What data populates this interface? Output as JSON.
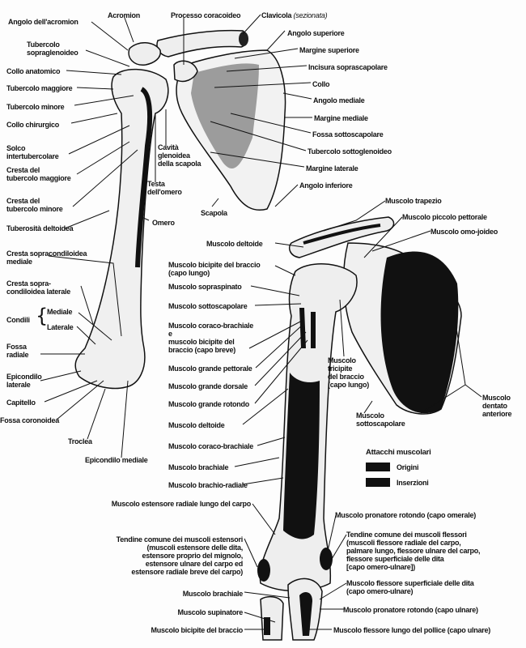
{
  "upper": {
    "angolo_acromion": "Angolo dell'acromion",
    "acromion": "Acromion",
    "processo_coracoideo": "Processo coracoideo",
    "clavicola": "Clavicola",
    "clavicola_note": "(sezionata)",
    "tubercolo_sopraglenoideo": "Tubercolo\nsopraglenoideo",
    "collo_anatomico": "Collo anatomico",
    "tubercolo_maggiore": "Tubercolo maggiore",
    "tubercolo_minore": "Tubercolo minore",
    "collo_chirurgico": "Collo chirurgico",
    "solco": "Solco\nintertubercolare",
    "cresta_magg": "Cresta del\ntubercolo maggiore",
    "cresta_min": "Cresta del\ntubercolo minore",
    "tuberosita": "Tuberosità deltoidea",
    "omero": "Omero",
    "cavita": "Cavità\nglenoidea\ndella scapola",
    "testa": "Testa\ndell'omero",
    "scapola": "Scapola",
    "angolo_sup": "Angolo superiore",
    "margine_sup": "Margine superiore",
    "incisura": "Incisura soprascapolare",
    "collo": "Collo",
    "angolo_med": "Angolo mediale",
    "margine_med": "Margine mediale",
    "fossa_sotto": "Fossa sottoscapolare",
    "tub_sottoglen": "Tubercolo sottoglenoideo",
    "margine_lat": "Margine laterale",
    "angolo_inf": "Angolo inferiore"
  },
  "lower_left": {
    "cresta_med": "Cresta sopracondiloidea\nmediale",
    "cresta_lat": "Cresta sopra-\ncondiloidea laterale",
    "condili": "Condili",
    "mediale": "Mediale",
    "laterale": "Laterale",
    "fossa_radiale": "Fossa\nradiale",
    "epicondilo_lat": "Epicondilo\nlaterale",
    "capitello": "Capitello",
    "fossa_coronoidea": "Fossa coronoidea",
    "troclea": "Troclea",
    "epicondilo_med": "Epicondilo mediale"
  },
  "muscles": {
    "deltoide_top": "Muscolo deltoide",
    "bicipite_lungo": "Muscolo bicipite del braccio\n(capo lungo)",
    "sopraspinato": "Muscolo sopraspinato",
    "sottoscapolare_l": "Muscolo sottoscapolare",
    "coraco_bicipite": "Muscolo coraco-brachiale\ne\nmuscolo bicipite del\nbraccio (capo breve)",
    "grande_pettorale": "Muscolo grande pettorale",
    "grande_dorsale": "Muscolo grande dorsale",
    "grande_rotondo": "Muscolo grande rotondo",
    "deltoide": "Muscolo deltoide",
    "coraco_brachiale": "Muscolo coraco-brachiale",
    "brachiale": "Muscolo brachiale",
    "brachio_radiale": "Muscolo brachio-radiale",
    "trapezio": "Muscolo trapezio",
    "piccolo_pettorale": "Muscolo piccolo pettorale",
    "omo_joideo": "Muscolo omo-joideo",
    "tricipite": "Muscolo\ntricipite\ndel braccio\n(capo lungo)",
    "sottoscapolare_r": "Muscolo\nsottoscapolare",
    "dentato": "Muscolo\ndentato\nanteriore",
    "estensore_radiale": "Muscolo estensore radiale lungo del carpo",
    "pronatore_omerale": "Muscolo pronatore rotondo (capo omerale)",
    "tendine_estensori": "Tendine comune dei muscoli estensori\n(muscoli estensore delle dita,\nestensore proprio del mignolo,\nestensore ulnare del carpo ed\nestensore radiale breve del carpo)",
    "tendine_flessori": "Tendine comune dei muscoli flessori\n(muscoli flessore radiale del carpo,\npalmare lungo, flessore ulnare del carpo,\nflessore superficiale delle dita\n[capo omero-ulnare])",
    "flessore_superficiale": "Muscolo flessore superficiale delle dita\n(capo omero-ulnare)",
    "brachiale_low": "Muscolo brachiale",
    "pronatore_ulnare": "Muscolo pronatore rotondo (capo ulnare)",
    "supinatore": "Muscolo supinatore",
    "bicipite_low": "Muscolo bicipite del braccio",
    "flessore_pollice": "Muscolo flessore lungo del pollice (capo ulnare)"
  },
  "legend": {
    "title": "Attacchi muscolari",
    "origini": "Origini",
    "inserzioni": "Inserzioni"
  }
}
